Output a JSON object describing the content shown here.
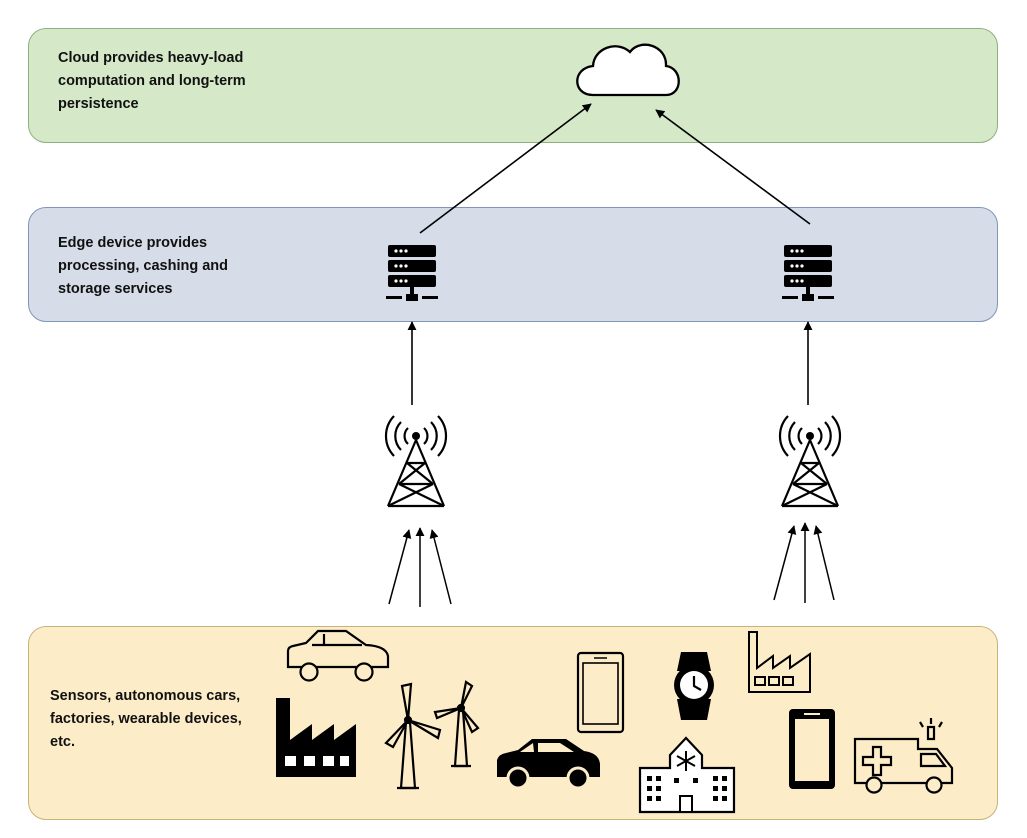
{
  "colors": {
    "cloud_bg": "#d5e8c8",
    "cloud_border": "#8fb07e",
    "edge_bg": "#d6dce8",
    "edge_border": "#7f96ba",
    "device_bg": "#fdecc8",
    "device_border": "#c9b27a",
    "ink": "#000000"
  },
  "layers": {
    "cloud": {
      "label": "Cloud provides heavy-load computation and long-term persistence"
    },
    "edge": {
      "label": "Edge device provides processing, cashing and storage services"
    },
    "devices": {
      "label": "Sensors, autonomous cars, factories, wearable devices, etc."
    }
  },
  "icons": [
    "cloud-icon",
    "server-icon",
    "cell-tower-icon",
    "car-icon",
    "factory-icon",
    "wind-turbine-icon",
    "smartphone-icon",
    "smartwatch-icon",
    "hospital-icon",
    "ambulance-icon"
  ]
}
